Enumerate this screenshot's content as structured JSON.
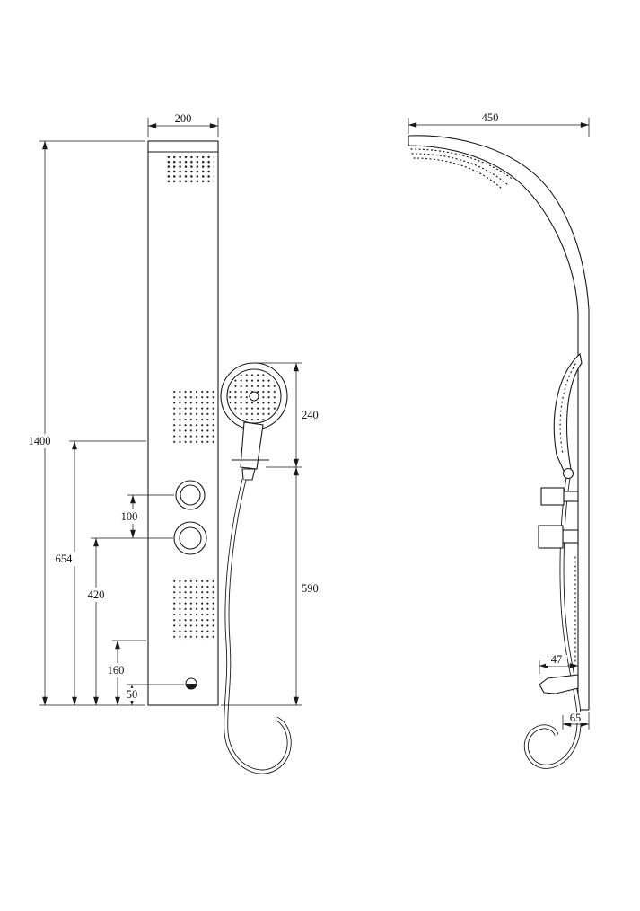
{
  "views": {
    "front": {
      "width": "200",
      "height": "1400",
      "dims": {
        "d240": "240",
        "d590": "590",
        "d100": "100",
        "d654": "654",
        "d420": "420",
        "d160": "160",
        "d50": "50"
      }
    },
    "side": {
      "depth": "450",
      "dims": {
        "d47": "47",
        "d65": "65"
      }
    }
  },
  "colors": {
    "line": "#1a1a1a",
    "background": "#ffffff"
  }
}
